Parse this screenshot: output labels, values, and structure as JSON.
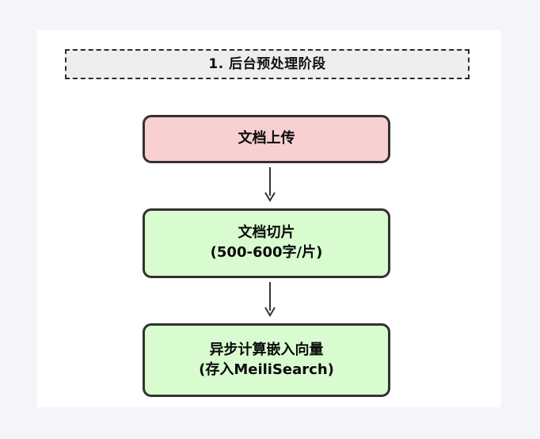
{
  "palette": {
    "page_background": "#f4f5f9",
    "card_background": "#ffffff",
    "header_fill": "#eeeeee",
    "header_border": "#2b2b2b",
    "node_border": "#33322f",
    "node_pink_fill": "#f8d0d2",
    "node_green_fill": "#d9fbd0",
    "text_color": "#0a0a0a",
    "arrow_color": "#333333"
  },
  "diagram": {
    "stage": {
      "title": "1. 后台预处理阶段"
    },
    "nodes": [
      {
        "id": "upload",
        "lines": [
          "文档上传"
        ],
        "fill": "#f8d0d2"
      },
      {
        "id": "chunk",
        "lines": [
          "文档切片",
          "(500-600字/片)"
        ],
        "fill": "#d9fbd0"
      },
      {
        "id": "embed",
        "lines": [
          "异步计算嵌入向量",
          "(存入MeiliSearch)"
        ],
        "fill": "#d9fbd0"
      }
    ],
    "connectors": [
      {
        "id": "arrow-1",
        "from": "upload",
        "to": "chunk",
        "glyph": "arrow-down-icon"
      },
      {
        "id": "arrow-2",
        "from": "chunk",
        "to": "embed",
        "glyph": "arrow-down-icon"
      }
    ]
  }
}
